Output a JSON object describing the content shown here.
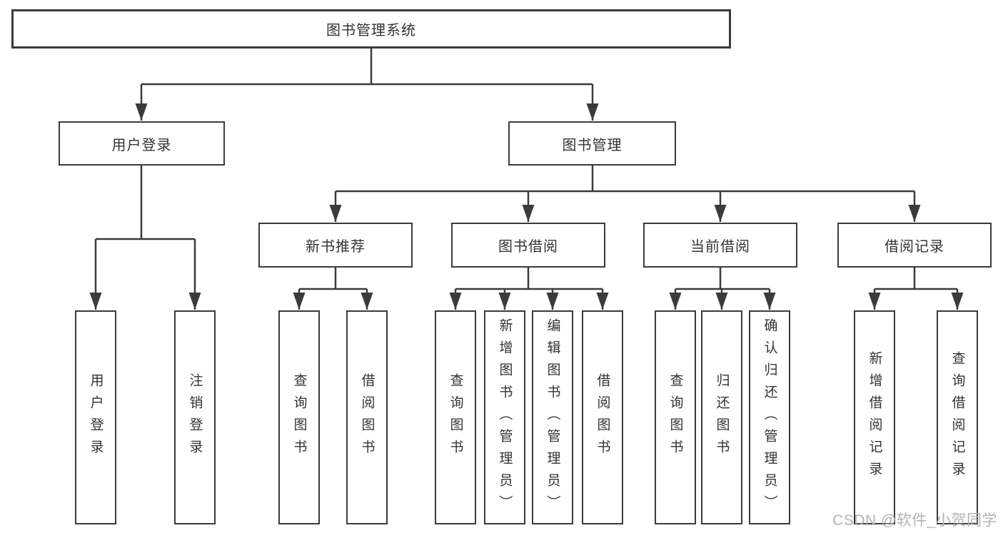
{
  "tree": {
    "root": "图书管理系统",
    "branches": [
      {
        "label": "用户登录",
        "children": [
          "用户登录",
          "注销登录"
        ]
      },
      {
        "label": "图书管理",
        "children": [
          {
            "label": "新书推荐",
            "children": [
              "查询图书",
              "借阅图书"
            ]
          },
          {
            "label": "图书借阅",
            "children": [
              "查询图书",
              "新增图书（管理员）",
              "编辑图书（管理员）",
              "借阅图书"
            ]
          },
          {
            "label": "当前借阅",
            "children": [
              "查询图书",
              "归还图书",
              "确认归还（管理员）"
            ]
          },
          {
            "label": "借阅记录",
            "children": [
              "新增借阅记录",
              "查询借阅记录"
            ]
          }
        ]
      }
    ]
  },
  "watermark": {
    "text": "CSDN @软件_小贺同学"
  },
  "colors": {
    "line": "#3b3b3b",
    "text": "#333333",
    "background": "#ffffff",
    "watermark": "#b3b3b3"
  }
}
